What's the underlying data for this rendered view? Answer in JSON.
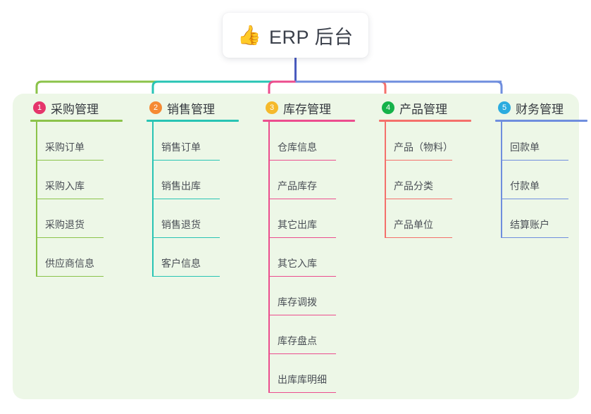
{
  "root": {
    "icon": "thumbs-up-icon",
    "emoji": "👍",
    "title": "ERP 后台"
  },
  "canvas": {
    "panel_color": "#edf7e7",
    "background_color": "#ffffff",
    "stem_color": "#4a5bbf"
  },
  "columns": [
    {
      "index": "1",
      "title": "采购管理",
      "color": "#8bc34a",
      "badge_color": "#e5356b",
      "items": [
        {
          "label": "采购订单"
        },
        {
          "label": "采购入库"
        },
        {
          "label": "采购退货"
        },
        {
          "label": "供应商信息"
        }
      ]
    },
    {
      "index": "2",
      "title": "销售管理",
      "color": "#28c4b4",
      "badge_color": "#f58a33",
      "items": [
        {
          "label": "销售订单"
        },
        {
          "label": "销售出库"
        },
        {
          "label": "销售退货"
        },
        {
          "label": "客户信息"
        }
      ]
    },
    {
      "index": "3",
      "title": "库存管理",
      "color": "#ec4d8e",
      "badge_color": "#f5b92b",
      "items": [
        {
          "label": "仓库信息"
        },
        {
          "label": "产品库存"
        },
        {
          "label": "其它出库"
        },
        {
          "label": "其它入库"
        },
        {
          "label": "库存调拨"
        },
        {
          "label": "库存盘点"
        },
        {
          "label": "出库库明细"
        }
      ]
    },
    {
      "index": "4",
      "title": "产品管理",
      "color": "#f4706b",
      "badge_color": "#15b24a",
      "items": [
        {
          "label": "产品（物料）"
        },
        {
          "label": "产品分类"
        },
        {
          "label": "产品单位"
        }
      ]
    },
    {
      "index": "5",
      "title": "财务管理",
      "color": "#6f8ede",
      "badge_color": "#2bacdf",
      "items": [
        {
          "label": "回款单"
        },
        {
          "label": "付款单"
        },
        {
          "label": "结算账户"
        }
      ]
    }
  ]
}
